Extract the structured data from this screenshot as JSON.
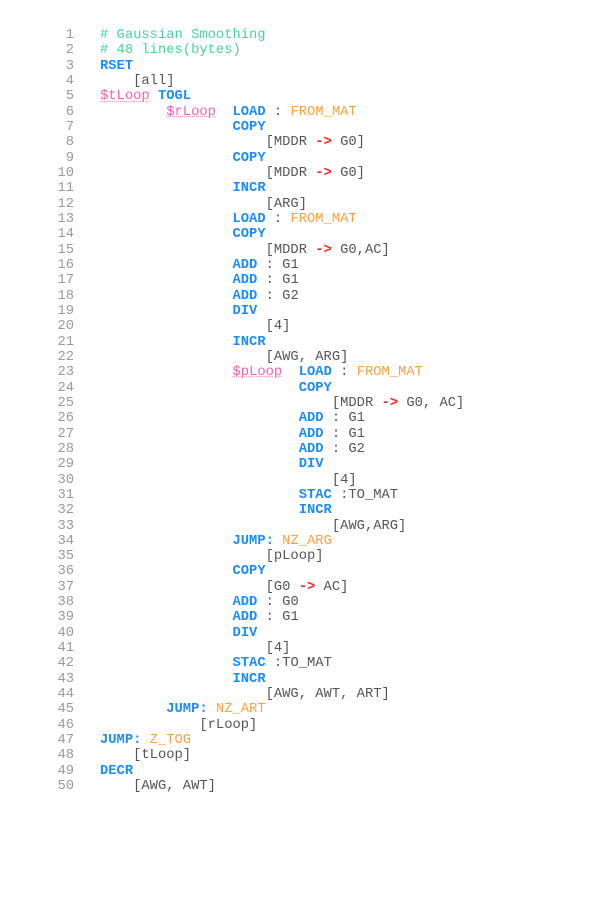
{
  "colors": {
    "comment": "#45d59a",
    "keyword": "#1a8cff",
    "label": "#f062b4",
    "string": "#ffa040",
    "operator": "#ff2222",
    "text": "#555555",
    "line_number": "#9a9a9a"
  },
  "lines": [
    [
      [
        "comment",
        "# Gaussian Smoothing"
      ]
    ],
    [
      [
        "comment",
        "# 48 lines(bytes)"
      ]
    ],
    [
      [
        "kw",
        "RSET"
      ]
    ],
    [
      [
        "plain",
        "    [all]"
      ]
    ],
    [
      [
        "label",
        "$tLoop"
      ],
      [
        "plain",
        " "
      ],
      [
        "kw",
        "TOGL"
      ]
    ],
    [
      [
        "plain",
        "        "
      ],
      [
        "label",
        "$rLoop"
      ],
      [
        "plain",
        "  "
      ],
      [
        "kw",
        "LOAD"
      ],
      [
        "plain",
        " : "
      ],
      [
        "str",
        "FROM_MAT"
      ]
    ],
    [
      [
        "plain",
        "                "
      ],
      [
        "kw",
        "COPY"
      ]
    ],
    [
      [
        "plain",
        "                    [MDDR "
      ],
      [
        "op",
        "->"
      ],
      [
        "plain",
        " G0]"
      ]
    ],
    [
      [
        "plain",
        "                "
      ],
      [
        "kw",
        "COPY"
      ]
    ],
    [
      [
        "plain",
        "                    [MDDR "
      ],
      [
        "op",
        "->"
      ],
      [
        "plain",
        " G0]"
      ]
    ],
    [
      [
        "plain",
        "                "
      ],
      [
        "kw",
        "INCR"
      ]
    ],
    [
      [
        "plain",
        "                    [ARG]"
      ]
    ],
    [
      [
        "plain",
        "                "
      ],
      [
        "kw",
        "LOAD"
      ],
      [
        "plain",
        " : "
      ],
      [
        "str",
        "FROM_MAT"
      ]
    ],
    [
      [
        "plain",
        "                "
      ],
      [
        "kw",
        "COPY"
      ]
    ],
    [
      [
        "plain",
        "                    [MDDR "
      ],
      [
        "op",
        "->"
      ],
      [
        "plain",
        " G0,AC]"
      ]
    ],
    [
      [
        "plain",
        "                "
      ],
      [
        "kw",
        "ADD"
      ],
      [
        "plain",
        " : G1"
      ]
    ],
    [
      [
        "plain",
        "                "
      ],
      [
        "kw",
        "ADD"
      ],
      [
        "plain",
        " : G1"
      ]
    ],
    [
      [
        "plain",
        "                "
      ],
      [
        "kw",
        "ADD"
      ],
      [
        "plain",
        " : G2"
      ]
    ],
    [
      [
        "plain",
        "                "
      ],
      [
        "kw",
        "DIV"
      ]
    ],
    [
      [
        "plain",
        "                    [4]"
      ]
    ],
    [
      [
        "plain",
        "                "
      ],
      [
        "kw",
        "INCR"
      ]
    ],
    [
      [
        "plain",
        "                    [AWG, ARG]"
      ]
    ],
    [
      [
        "plain",
        "                "
      ],
      [
        "label",
        "$pLoop"
      ],
      [
        "plain",
        "  "
      ],
      [
        "kw",
        "LOAD"
      ],
      [
        "plain",
        " : "
      ],
      [
        "str",
        "FROM_MAT"
      ]
    ],
    [
      [
        "plain",
        "                        "
      ],
      [
        "kw",
        "COPY"
      ]
    ],
    [
      [
        "plain",
        "                            [MDDR "
      ],
      [
        "op",
        "->"
      ],
      [
        "plain",
        " G0, AC]"
      ]
    ],
    [
      [
        "plain",
        "                        "
      ],
      [
        "kw",
        "ADD"
      ],
      [
        "plain",
        " : G1"
      ]
    ],
    [
      [
        "plain",
        "                        "
      ],
      [
        "kw",
        "ADD"
      ],
      [
        "plain",
        " : G1"
      ]
    ],
    [
      [
        "plain",
        "                        "
      ],
      [
        "kw",
        "ADD"
      ],
      [
        "plain",
        " : G2"
      ]
    ],
    [
      [
        "plain",
        "                        "
      ],
      [
        "kw",
        "DIV"
      ]
    ],
    [
      [
        "plain",
        "                            [4]"
      ]
    ],
    [
      [
        "plain",
        "                        "
      ],
      [
        "kw",
        "STAC"
      ],
      [
        "plain",
        " :TO_MAT"
      ]
    ],
    [
      [
        "plain",
        "                        "
      ],
      [
        "kw",
        "INCR"
      ]
    ],
    [
      [
        "plain",
        "                            [AWG,ARG]"
      ]
    ],
    [
      [
        "plain",
        "                "
      ],
      [
        "kw",
        "JUMP:"
      ],
      [
        "plain",
        " "
      ],
      [
        "str",
        "NZ_ARG"
      ]
    ],
    [
      [
        "plain",
        "                    [pLoop]"
      ]
    ],
    [
      [
        "plain",
        "                "
      ],
      [
        "kw",
        "COPY"
      ]
    ],
    [
      [
        "plain",
        "                    [G0 "
      ],
      [
        "op",
        "->"
      ],
      [
        "plain",
        " AC]"
      ]
    ],
    [
      [
        "plain",
        "                "
      ],
      [
        "kw",
        "ADD"
      ],
      [
        "plain",
        " : G0"
      ]
    ],
    [
      [
        "plain",
        "                "
      ],
      [
        "kw",
        "ADD"
      ],
      [
        "plain",
        " : G1"
      ]
    ],
    [
      [
        "plain",
        "                "
      ],
      [
        "kw",
        "DIV"
      ]
    ],
    [
      [
        "plain",
        "                    [4]"
      ]
    ],
    [
      [
        "plain",
        "                "
      ],
      [
        "kw",
        "STAC"
      ],
      [
        "plain",
        " :TO_MAT"
      ]
    ],
    [
      [
        "plain",
        "                "
      ],
      [
        "kw",
        "INCR"
      ]
    ],
    [
      [
        "plain",
        "                    [AWG, AWT, ART]"
      ]
    ],
    [
      [
        "plain",
        "        "
      ],
      [
        "kw",
        "JUMP:"
      ],
      [
        "plain",
        " "
      ],
      [
        "str",
        "NZ_ART"
      ]
    ],
    [
      [
        "plain",
        "            [rLoop]"
      ]
    ],
    [
      [
        "kw",
        "JUMP:"
      ],
      [
        "plain",
        " "
      ],
      [
        "str",
        "Z_TOG"
      ]
    ],
    [
      [
        "plain",
        "    [tLoop]"
      ]
    ],
    [
      [
        "kw",
        "DECR"
      ]
    ],
    [
      [
        "plain",
        "    [AWG, AWT]"
      ]
    ]
  ]
}
